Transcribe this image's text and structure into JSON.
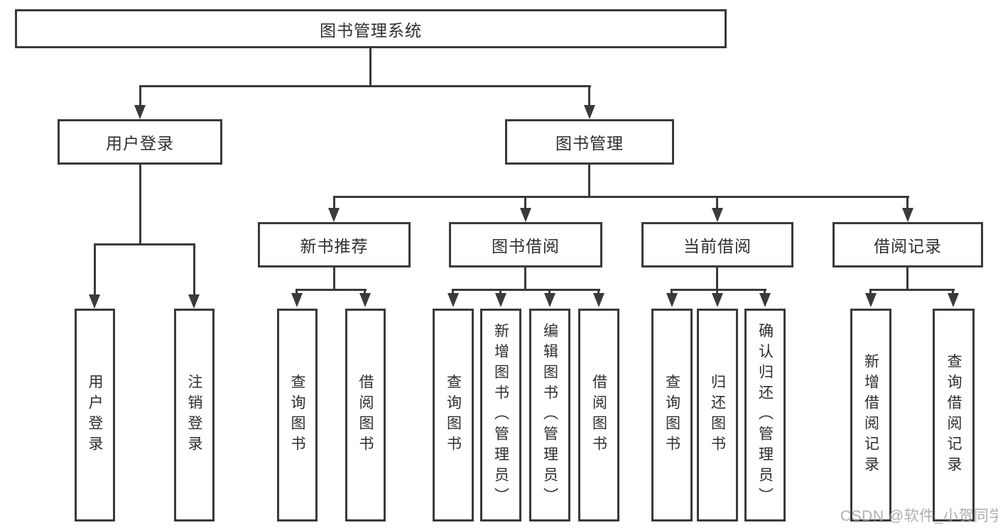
{
  "diagram": {
    "root": {
      "label": "图书管理系统"
    },
    "level2": [
      {
        "label": "用户登录"
      },
      {
        "label": "图书管理"
      }
    ],
    "level3": [
      {
        "label": "新书推荐"
      },
      {
        "label": "图书借阅"
      },
      {
        "label": "当前借阅"
      },
      {
        "label": "借阅记录"
      }
    ],
    "level4": {
      "user_login": [
        "用户登录",
        "注销登录"
      ],
      "new_books": [
        "查询图书",
        "借阅图书"
      ],
      "book_borrow": [
        "查询图书",
        "新增图书（管理员）",
        "编辑图书（管理员）",
        "借阅图书"
      ],
      "current_borrow": [
        "查询图书",
        "归还图书",
        "确认归还（管理员）"
      ],
      "borrow_records": [
        "新增借阅记录",
        "查询借阅记录"
      ]
    }
  },
  "watermark": {
    "text": "CSDN @软件_小贺同学"
  },
  "colors": {
    "line": "#3a3a3a",
    "text": "#2e2e2e",
    "watermark": "#a6a6a6",
    "background": "#ffffff"
  }
}
